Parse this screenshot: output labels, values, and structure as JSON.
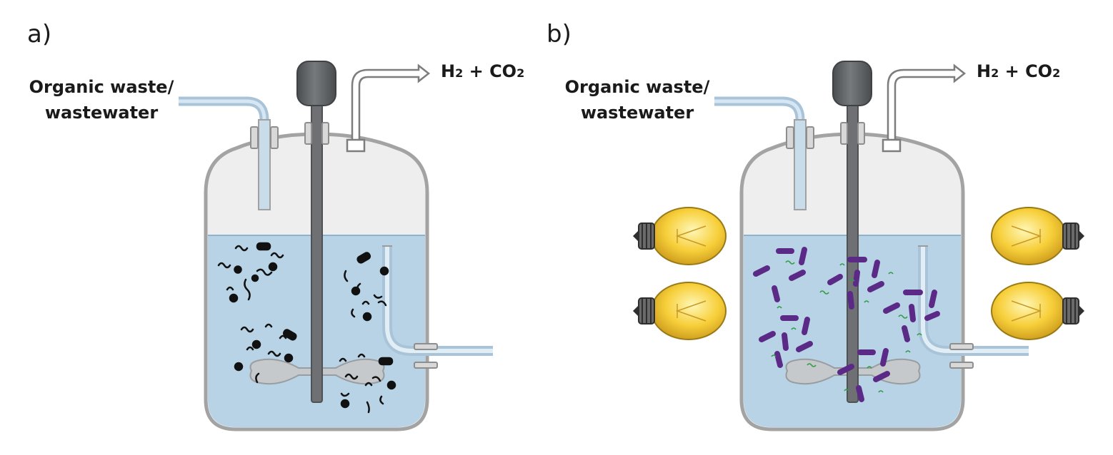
{
  "panels": [
    {
      "letter": "a)",
      "input_label_line1": "Organic waste/",
      "input_label_line2": "wastewater",
      "gas": {
        "a": "H",
        "a_sub": "2",
        "plus": " + ",
        "b": "CO",
        "b_sub": "2"
      },
      "light_bulbs": 0,
      "microbes": "mixed dark-fermentation consortium"
    },
    {
      "letter": "b)",
      "input_label_line1": "Organic waste/",
      "input_label_line2": "wastewater",
      "gas": {
        "a": "H",
        "a_sub": "2",
        "plus": " + ",
        "b": "CO",
        "b_sub": "2"
      },
      "light_bulbs": 4,
      "microbes": "purple phototrophic bacteria"
    }
  ],
  "colors": {
    "liquid": "#b8d3e6",
    "vessel_outline": "#9a9a9a",
    "headspace": "#efefef",
    "shaft": "#6b6b6b",
    "motor": "#5e6164",
    "purple_bacteria": "#5b2a86",
    "green_filament": "#2f9e44",
    "black_particles": "#111111",
    "bulb_glass": "#f7cf3a",
    "bulb_base": "#3c3c3c"
  }
}
